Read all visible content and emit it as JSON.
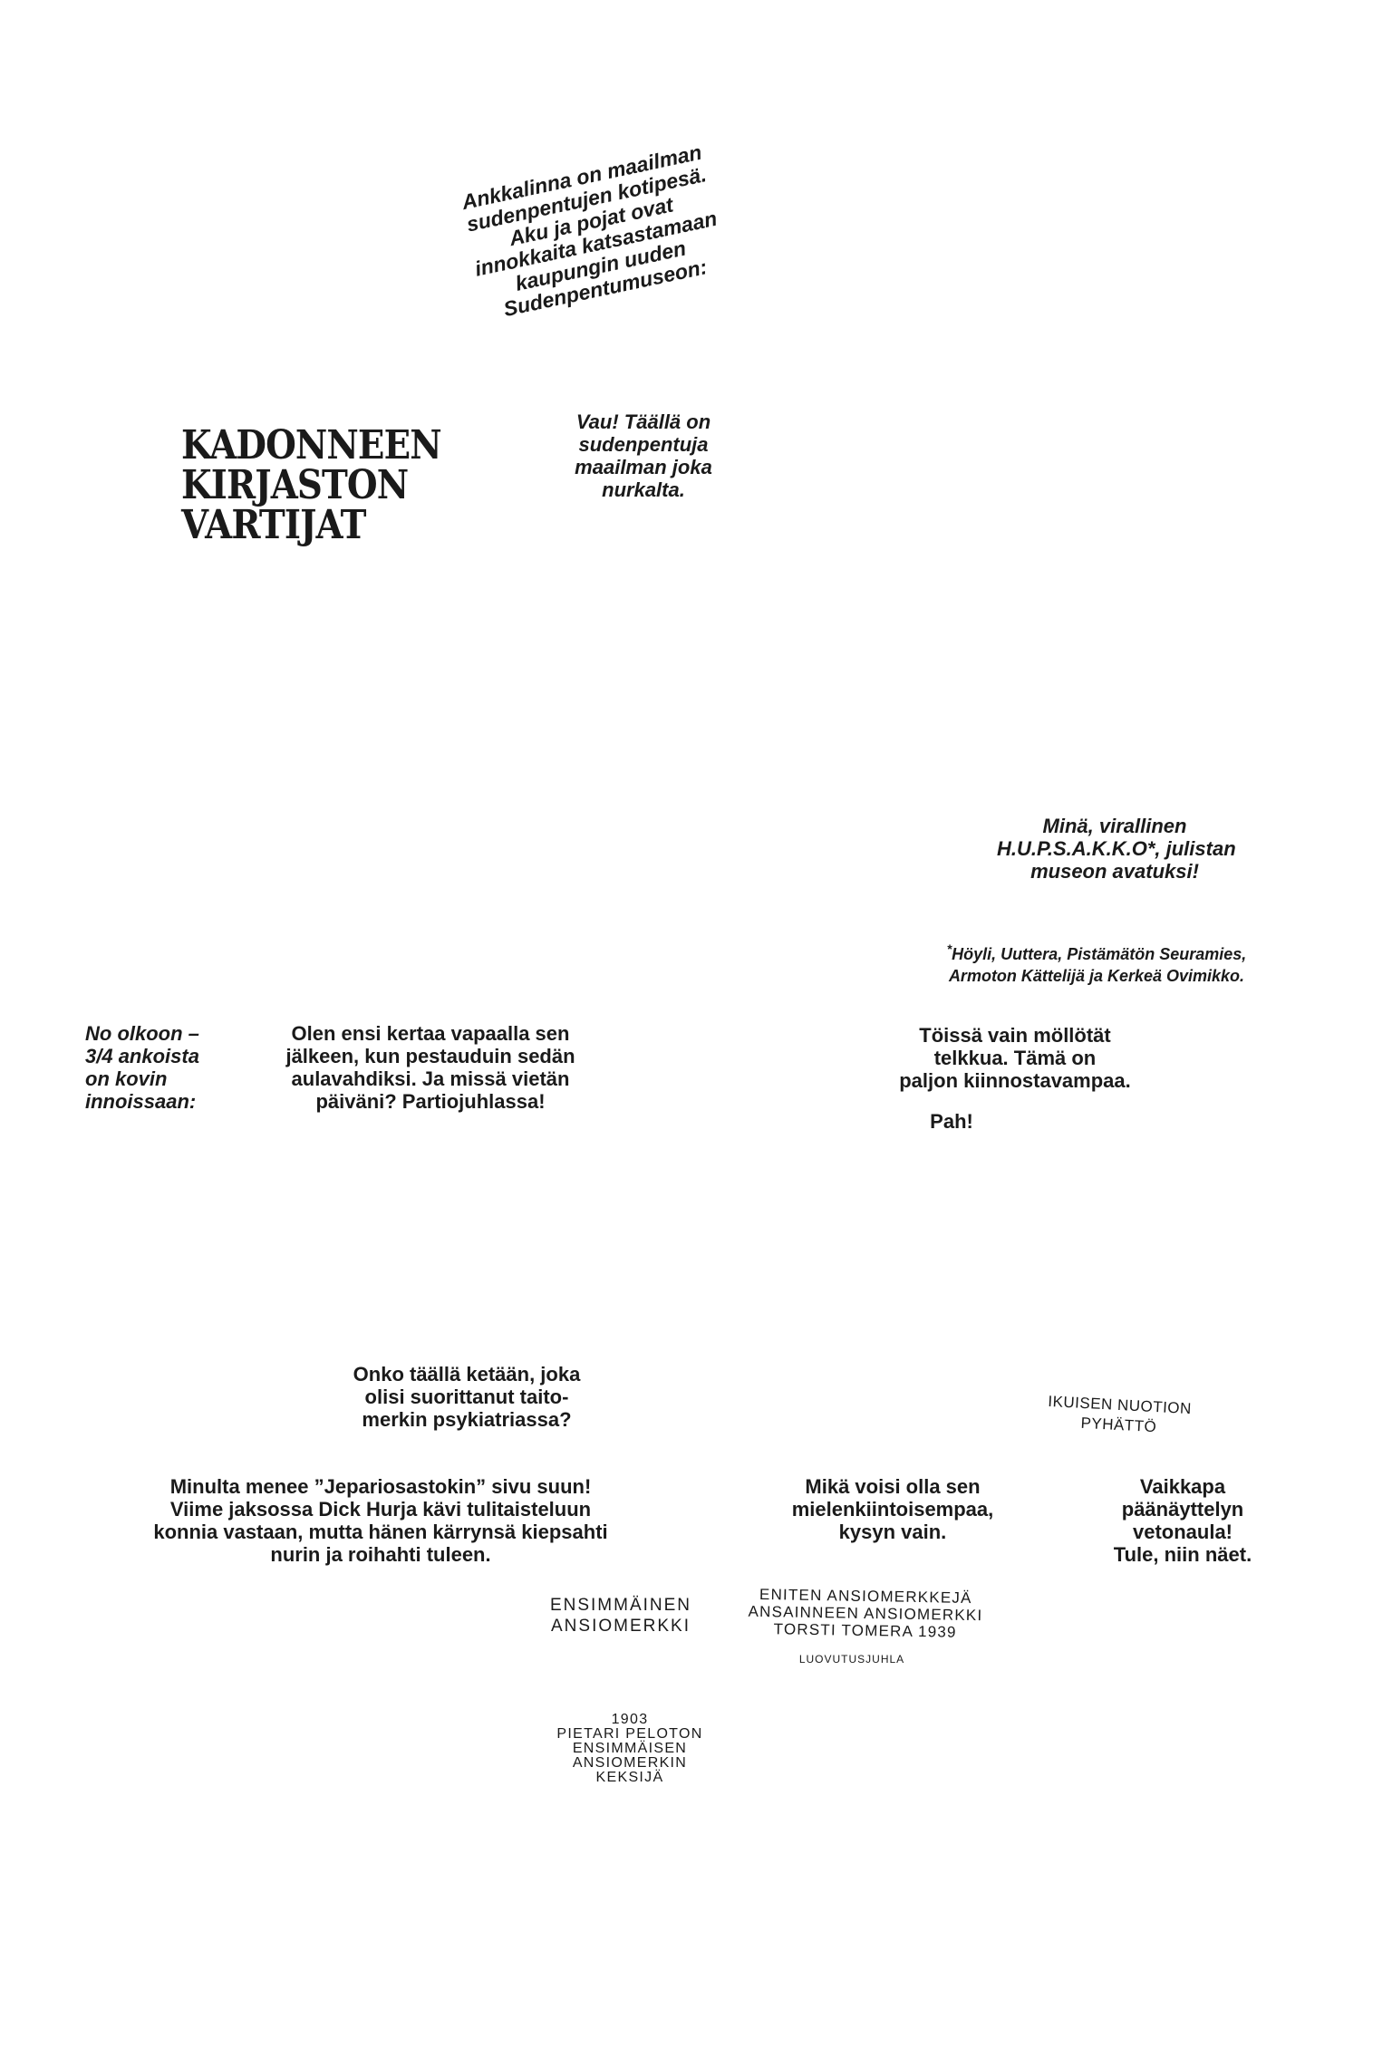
{
  "intro_caption": [
    "Ankkalinna on maailman",
    "sudenpentujen kotipesä.",
    "Aku ja pojat ovat",
    "innokkaita katsastamaan",
    "kaupungin uuden",
    "Sudenpentumuseon:"
  ],
  "title_logo": [
    "KADONNEEN",
    "KIRJASTON",
    "VARTIJAT"
  ],
  "vau": [
    "Vau! Täällä on",
    "sudenpentuja",
    "maailman joka",
    "nurkalta."
  ],
  "mina": [
    "Minä, virallinen",
    "H.U.P.S.A.K.K.O*, julistan",
    "museon avatuksi!"
  ],
  "footnote": {
    "mark": "*",
    "lines": [
      "Höyli, Uuttera, Pistämätön Seuramies,",
      "Armoton Kättelijä ja Kerkeä Ovimikko."
    ]
  },
  "no_olkoon": [
    "No olkoon –",
    "3/4 ankoista",
    "on kovin",
    "innoissaan:"
  ],
  "olen": [
    "Olen ensi kertaa vapaalla sen",
    "jälkeen, kun pestauduin sedän",
    "aulavahdiksi. Ja missä vietän",
    "päiväni? Partiojuhlassa!"
  ],
  "toissa": [
    "Töissä vain möllötät",
    "telkkua. Tämä on",
    "paljon kiinnostavampaa."
  ],
  "pah": "Pah!",
  "onko": [
    "Onko täällä ketään, joka",
    "olisi suorittanut taito-",
    "merkin psykiatriassa?"
  ],
  "ikuisen": [
    "IKUISEN NUOTION",
    "PYHÄTTÖ"
  ],
  "minulta": [
    "Minulta menee ”Jepariosastokin” sivu suun!",
    "Viime jaksossa Dick Hurja kävi tulitaisteluun",
    "konnia vastaan, mutta hänen kärrynsä kiepsahti",
    "nurin ja roihahti tuleen."
  ],
  "mika": [
    "Mikä voisi olla sen",
    "mielenkiintoisempaa,",
    "kysyn vain."
  ],
  "vaikkapa": [
    "Vaikkapa",
    "päänäyttelyn",
    "vetonaula!",
    "Tule, niin näet."
  ],
  "ensimmainen": [
    "ENSIMMÄINEN",
    "ANSIOMERKKI"
  ],
  "eniten": [
    "ENITEN ANSIOMERKKEJÄ",
    "ANSAINNEEN ANSIOMERKKI",
    "TORSTI TOMERA 1939"
  ],
  "luovutus": "LUOVUTUSJUHLA",
  "pietari": [
    "1903",
    "PIETARI PELOTON",
    "ENSIMMÄISEN",
    "ANSIOMERKIN",
    "KEKSIJÄ"
  ]
}
